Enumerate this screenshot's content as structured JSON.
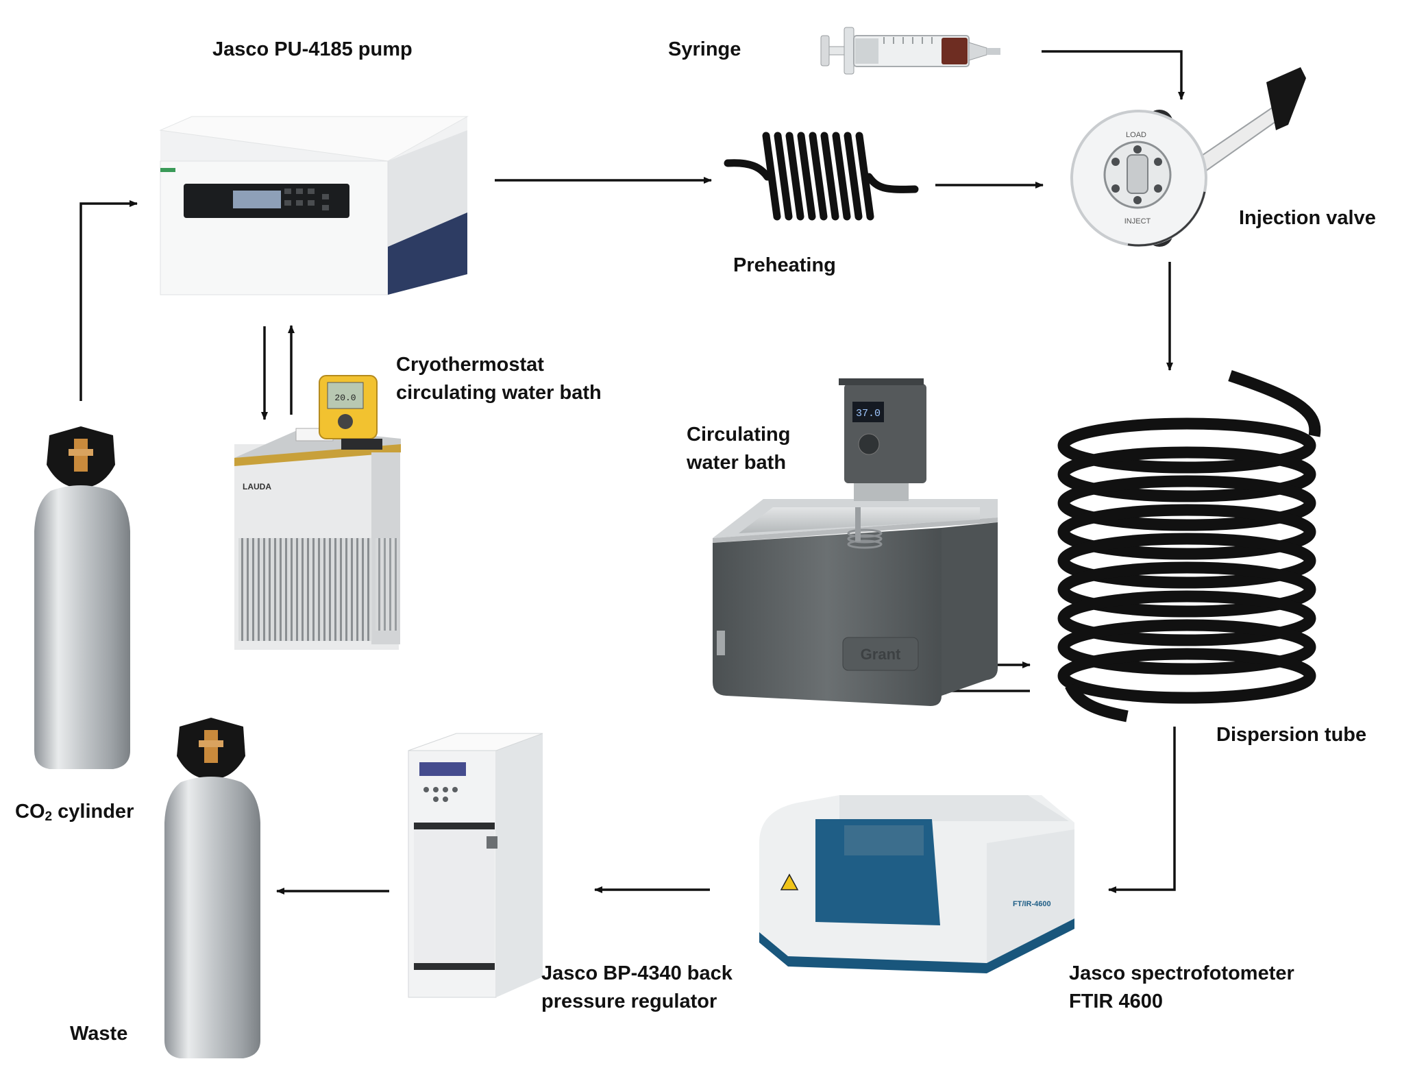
{
  "labels": {
    "pump": "Jasco PU-4185 pump",
    "syringe": "Syringe",
    "preheating": "Preheating",
    "injection_valve": "Injection valve",
    "cryo_line1": "Cryothermostat",
    "cryo_line2": "circulating water bath",
    "circ_line1": "Circulating",
    "circ_line2": "water bath",
    "dispersion_tube": "Dispersion tube",
    "co2_prefix": "CO",
    "co2_sub": "2",
    "co2_suffix": " cylinder",
    "waste": "Waste",
    "bpr_line1": "Jasco BP-4340 back",
    "bpr_line2": "pressure regulator",
    "ftir_line1": "Jasco spectrofotometer",
    "ftir_line2": "FTIR 4600"
  },
  "device_text": {
    "valve_top": "LOAD",
    "valve_bottom": "INJECT",
    "cryo_display": "20.0",
    "cryo_brand": "LAUDA",
    "circ_display": "37.0",
    "circ_brand": "Grant",
    "ftir_model": "FT/IR-4600"
  },
  "colors": {
    "arrow": "#111111",
    "coil": "#111111",
    "cylinder": "#c9cccf",
    "valve_brass": "#c98a3c",
    "lauda_yellow": "#f2c230",
    "ftir_blue": "#1f5e86",
    "bath_grey": "#5c6163"
  }
}
